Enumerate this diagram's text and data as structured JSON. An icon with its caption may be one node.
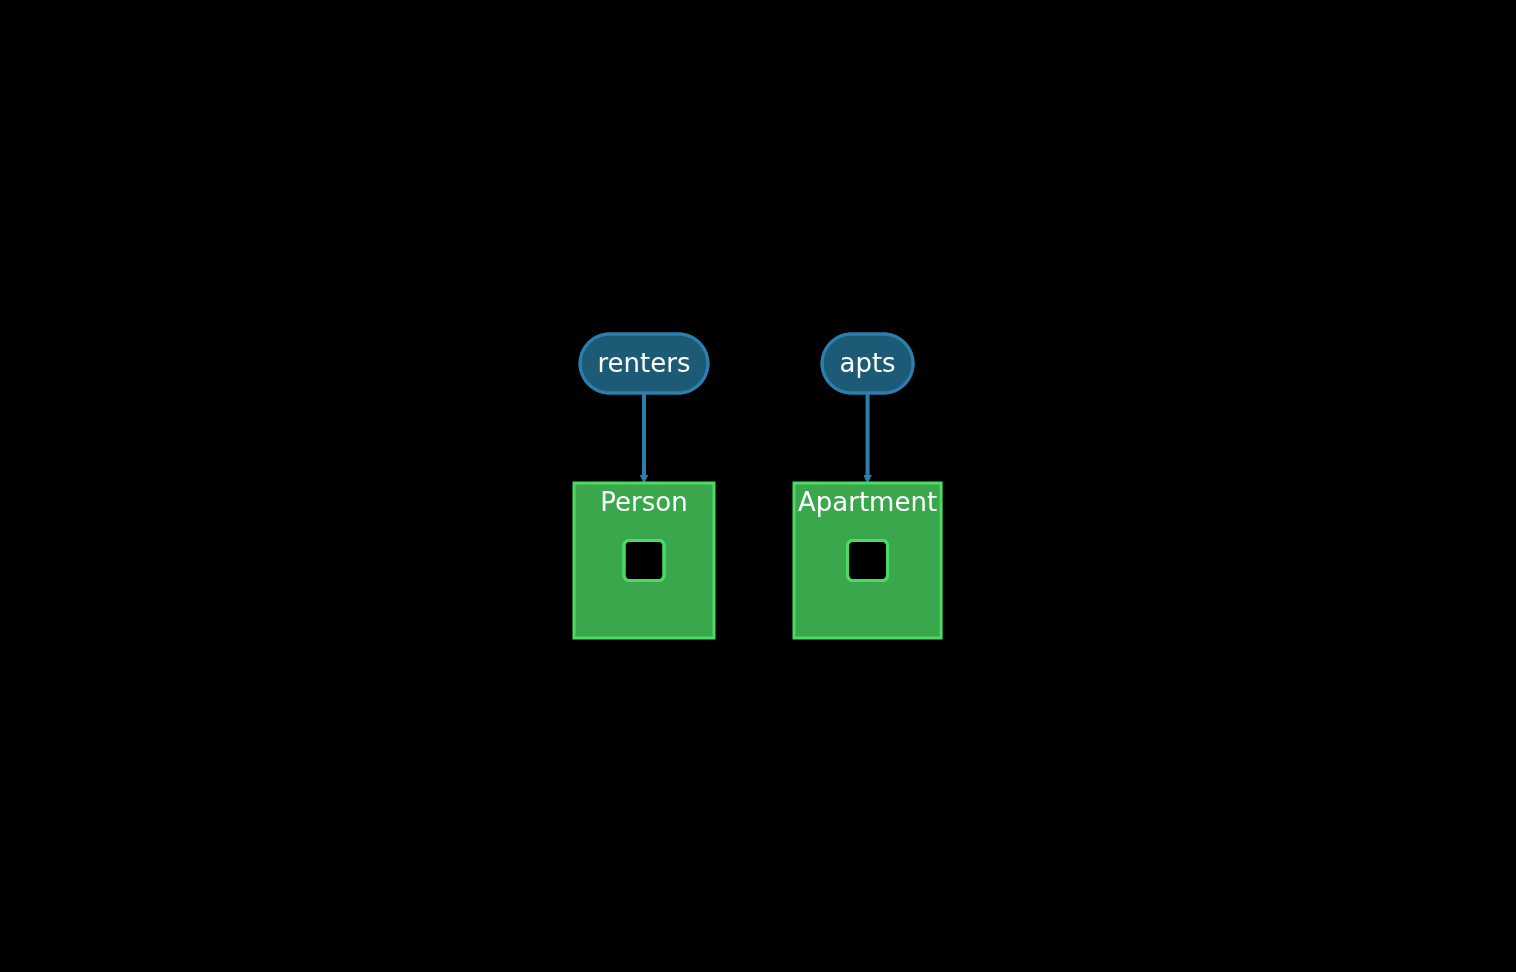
{
  "diagram": {
    "nodes": [
      {
        "text": [
          "renters"
        ]
      },
      {
        "text": [
          "apts"
        ]
      },
      {
        "text": [
          "Person"
        ]
      },
      {
        "text": [],
        "shape": "box",
        "in": 2
      },
      {
        "text": [
          "Apartment"
        ]
      },
      {
        "text": [],
        "shape": "box",
        "in": 4
      }
    ],
    "edges": [
      {
        "from": 0,
        "to": 2,
        "arrow": "to"
      },
      {
        "from": 1,
        "to": 4,
        "arrow": "to"
      }
    ]
  }
}
